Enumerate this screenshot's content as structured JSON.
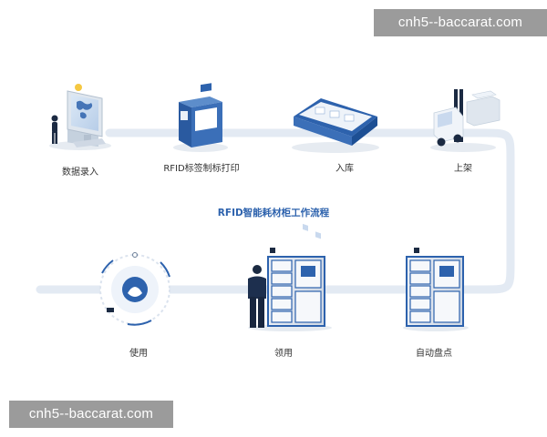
{
  "watermark": {
    "top": "cnh5--baccarat.com",
    "bottom": "cnh5--baccarat.com"
  },
  "diagram_title": "RFID智能耗材柜工作流程",
  "steps": [
    {
      "label": "数据录入",
      "icon": "data-entry-monitor-icon"
    },
    {
      "label": "RFID标签制标打印",
      "icon": "rfid-printer-icon"
    },
    {
      "label": "入库",
      "icon": "warehouse-icon"
    },
    {
      "label": "上架",
      "icon": "forklift-icon"
    },
    {
      "label": "自动盘点",
      "icon": "smart-cabinet-icon"
    },
    {
      "label": "领用",
      "icon": "person-cabinet-icon"
    },
    {
      "label": "使用",
      "icon": "usage-cycle-icon"
    }
  ],
  "colors": {
    "flow_path": "#e3eaf3",
    "accent_blue": "#2d62ad",
    "dark_blue": "#1d4f94",
    "watermark_bg": "#9b9b9b"
  }
}
